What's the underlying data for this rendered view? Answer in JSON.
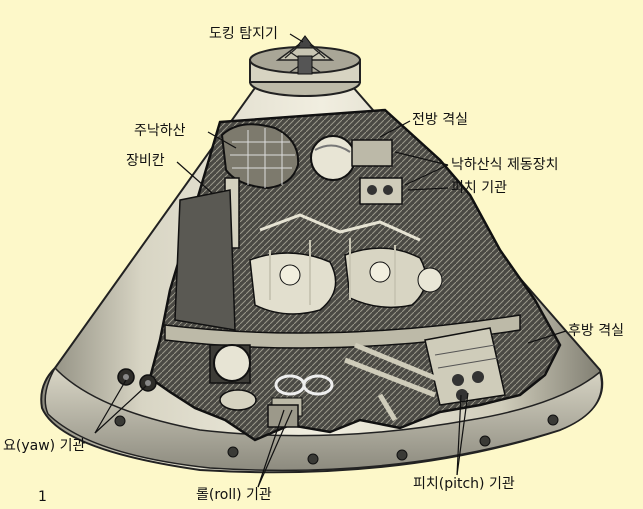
{
  "figure": {
    "labels": {
      "docking_probe": "도킹 탐지기",
      "main_parachute": "주낙하산",
      "equipment_bay": "장비칸",
      "forward_compartment": "전방 격실",
      "parachute_brake": "낙하산식 제동장치",
      "pitch_engine_upper": "피치 기관",
      "aft_compartment": "후방 격실",
      "yaw_engine": "요(yaw) 기관",
      "roll_engine": "롤(roll) 기관",
      "pitch_engine_lower": "피치(pitch) 기관"
    },
    "page_number": "1"
  },
  "colors": {
    "background": "#fdf8c9",
    "hull_shade": "#c9c6b4",
    "hull_light": "#ece9d9",
    "ink": "#111111",
    "interior": "#3a3a36"
  }
}
